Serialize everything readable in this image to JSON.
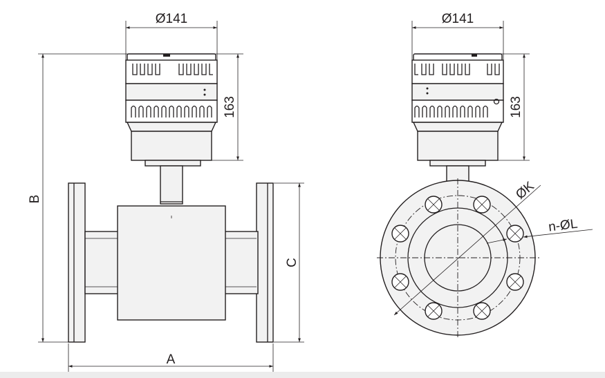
{
  "labels": {
    "front_top_diameter": "Ø141",
    "side_top_diameter": "Ø141",
    "front_head_height": "163",
    "side_head_height": "163",
    "overall_height": "B",
    "flange_height": "C",
    "length": "A",
    "bolt_circle": "ØK",
    "bolt_holes": "n-ØL"
  },
  "colors": {
    "line": "#231f20",
    "fill": "#f2f2f2",
    "background": "#ffffff"
  }
}
